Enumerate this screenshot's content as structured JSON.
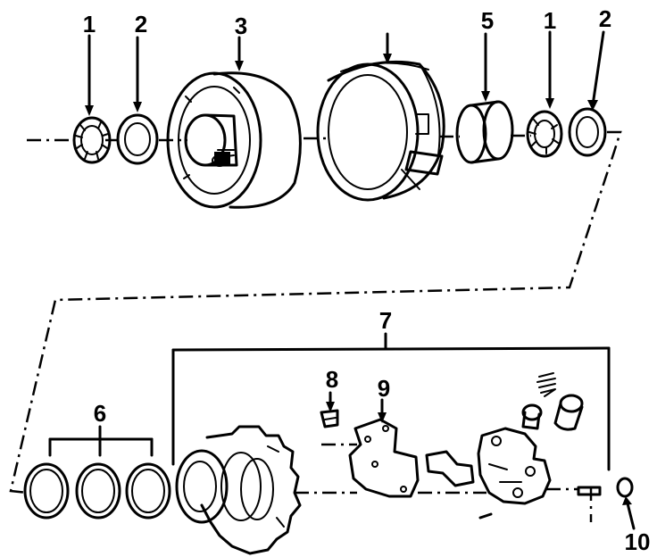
{
  "callouts": {
    "c1a": "1",
    "c2a": "2",
    "c3": "3",
    "c5": "5",
    "c1b": "1",
    "c2b": "2",
    "c6": "6",
    "c7": "7",
    "c8": "8",
    "c9": "9",
    "c10": "10"
  }
}
